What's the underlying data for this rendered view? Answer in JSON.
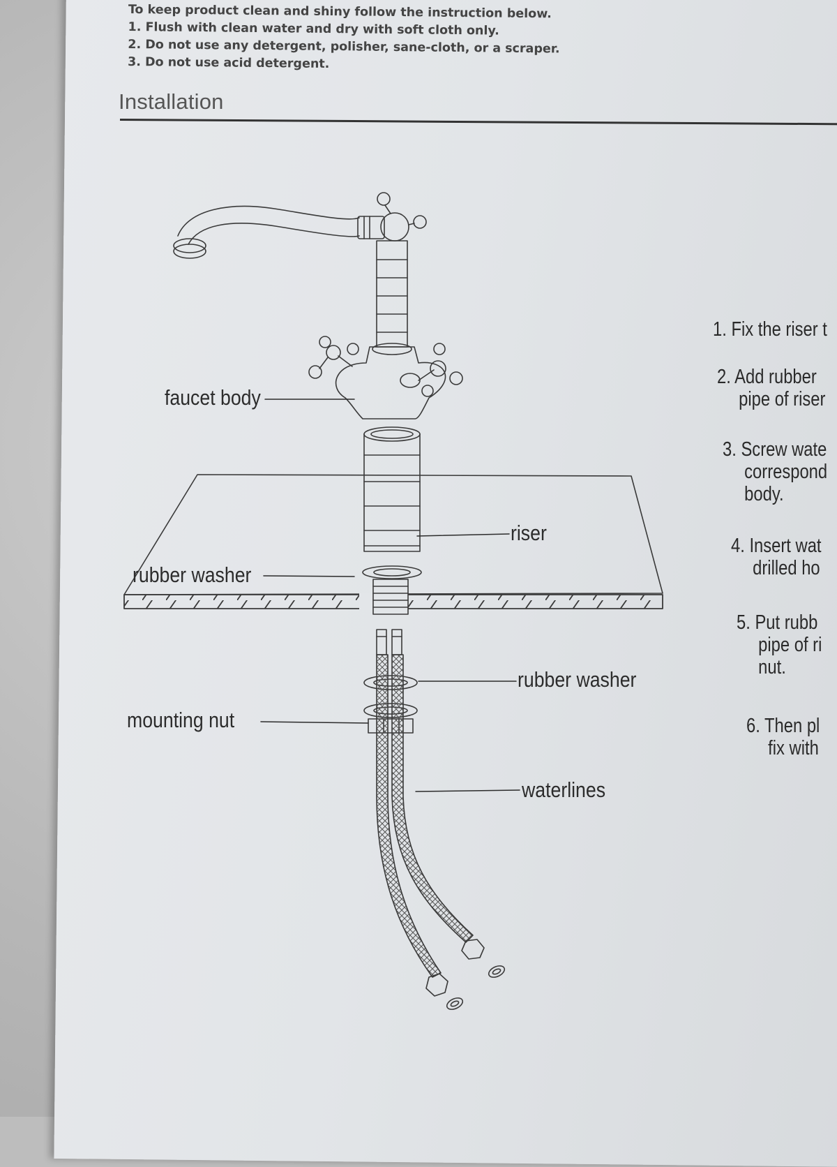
{
  "care_instructions": {
    "intro": "To keep product clean and shiny follow the instruction below.",
    "items": [
      "1. Flush with clean water and dry with soft cloth only.",
      "2. Do not use any detergent, polisher, sane-cloth, or a scraper.",
      "3. Do not use acid detergent."
    ]
  },
  "installation": {
    "title": "Installation",
    "labels": {
      "faucet_body": "faucet body",
      "riser": "riser",
      "rubber_washer_top": "rubber washer",
      "rubber_washer_bottom": "rubber washer",
      "mounting_nut": "mounting nut",
      "waterlines": "waterlines"
    },
    "steps": [
      {
        "line1": "1. Fix the riser t",
        "line2": ""
      },
      {
        "line1": "2. Add rubber",
        "line2": "pipe of riser"
      },
      {
        "line1": "3. Screw wate",
        "line2": "correspond",
        "line3": "body."
      },
      {
        "line1": "4. Insert wat",
        "line2": "drilled ho"
      },
      {
        "line1": "5. Put rubb",
        "line2": "pipe of ri",
        "line3": "nut."
      },
      {
        "line1": "6. Then pl",
        "line2": "fix with"
      }
    ]
  }
}
